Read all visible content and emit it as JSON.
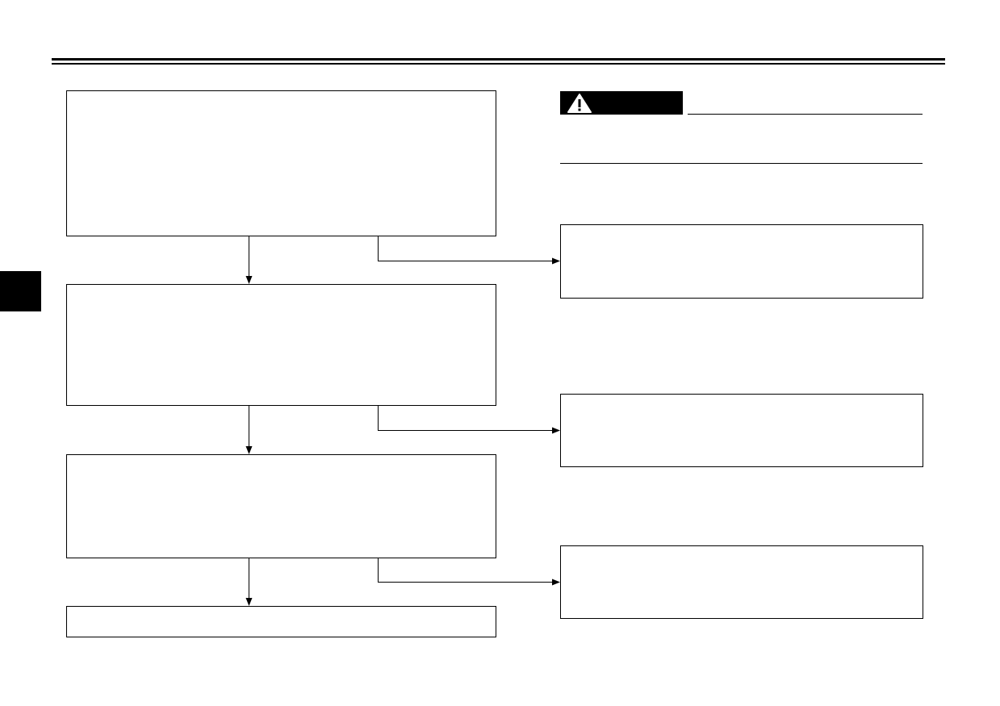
{
  "page": {
    "background_color": "#ffffff",
    "line_color": "#000000"
  },
  "warning": {
    "icon": "warning-triangle-icon"
  },
  "flowchart": {
    "steps": [
      {
        "id": "step-1",
        "text": ""
      },
      {
        "id": "step-2",
        "text": ""
      },
      {
        "id": "step-3",
        "text": ""
      },
      {
        "id": "step-4",
        "text": ""
      }
    ],
    "outcomes": [
      {
        "id": "outcome-1",
        "text": ""
      },
      {
        "id": "outcome-2",
        "text": ""
      },
      {
        "id": "outcome-3",
        "text": ""
      }
    ]
  }
}
